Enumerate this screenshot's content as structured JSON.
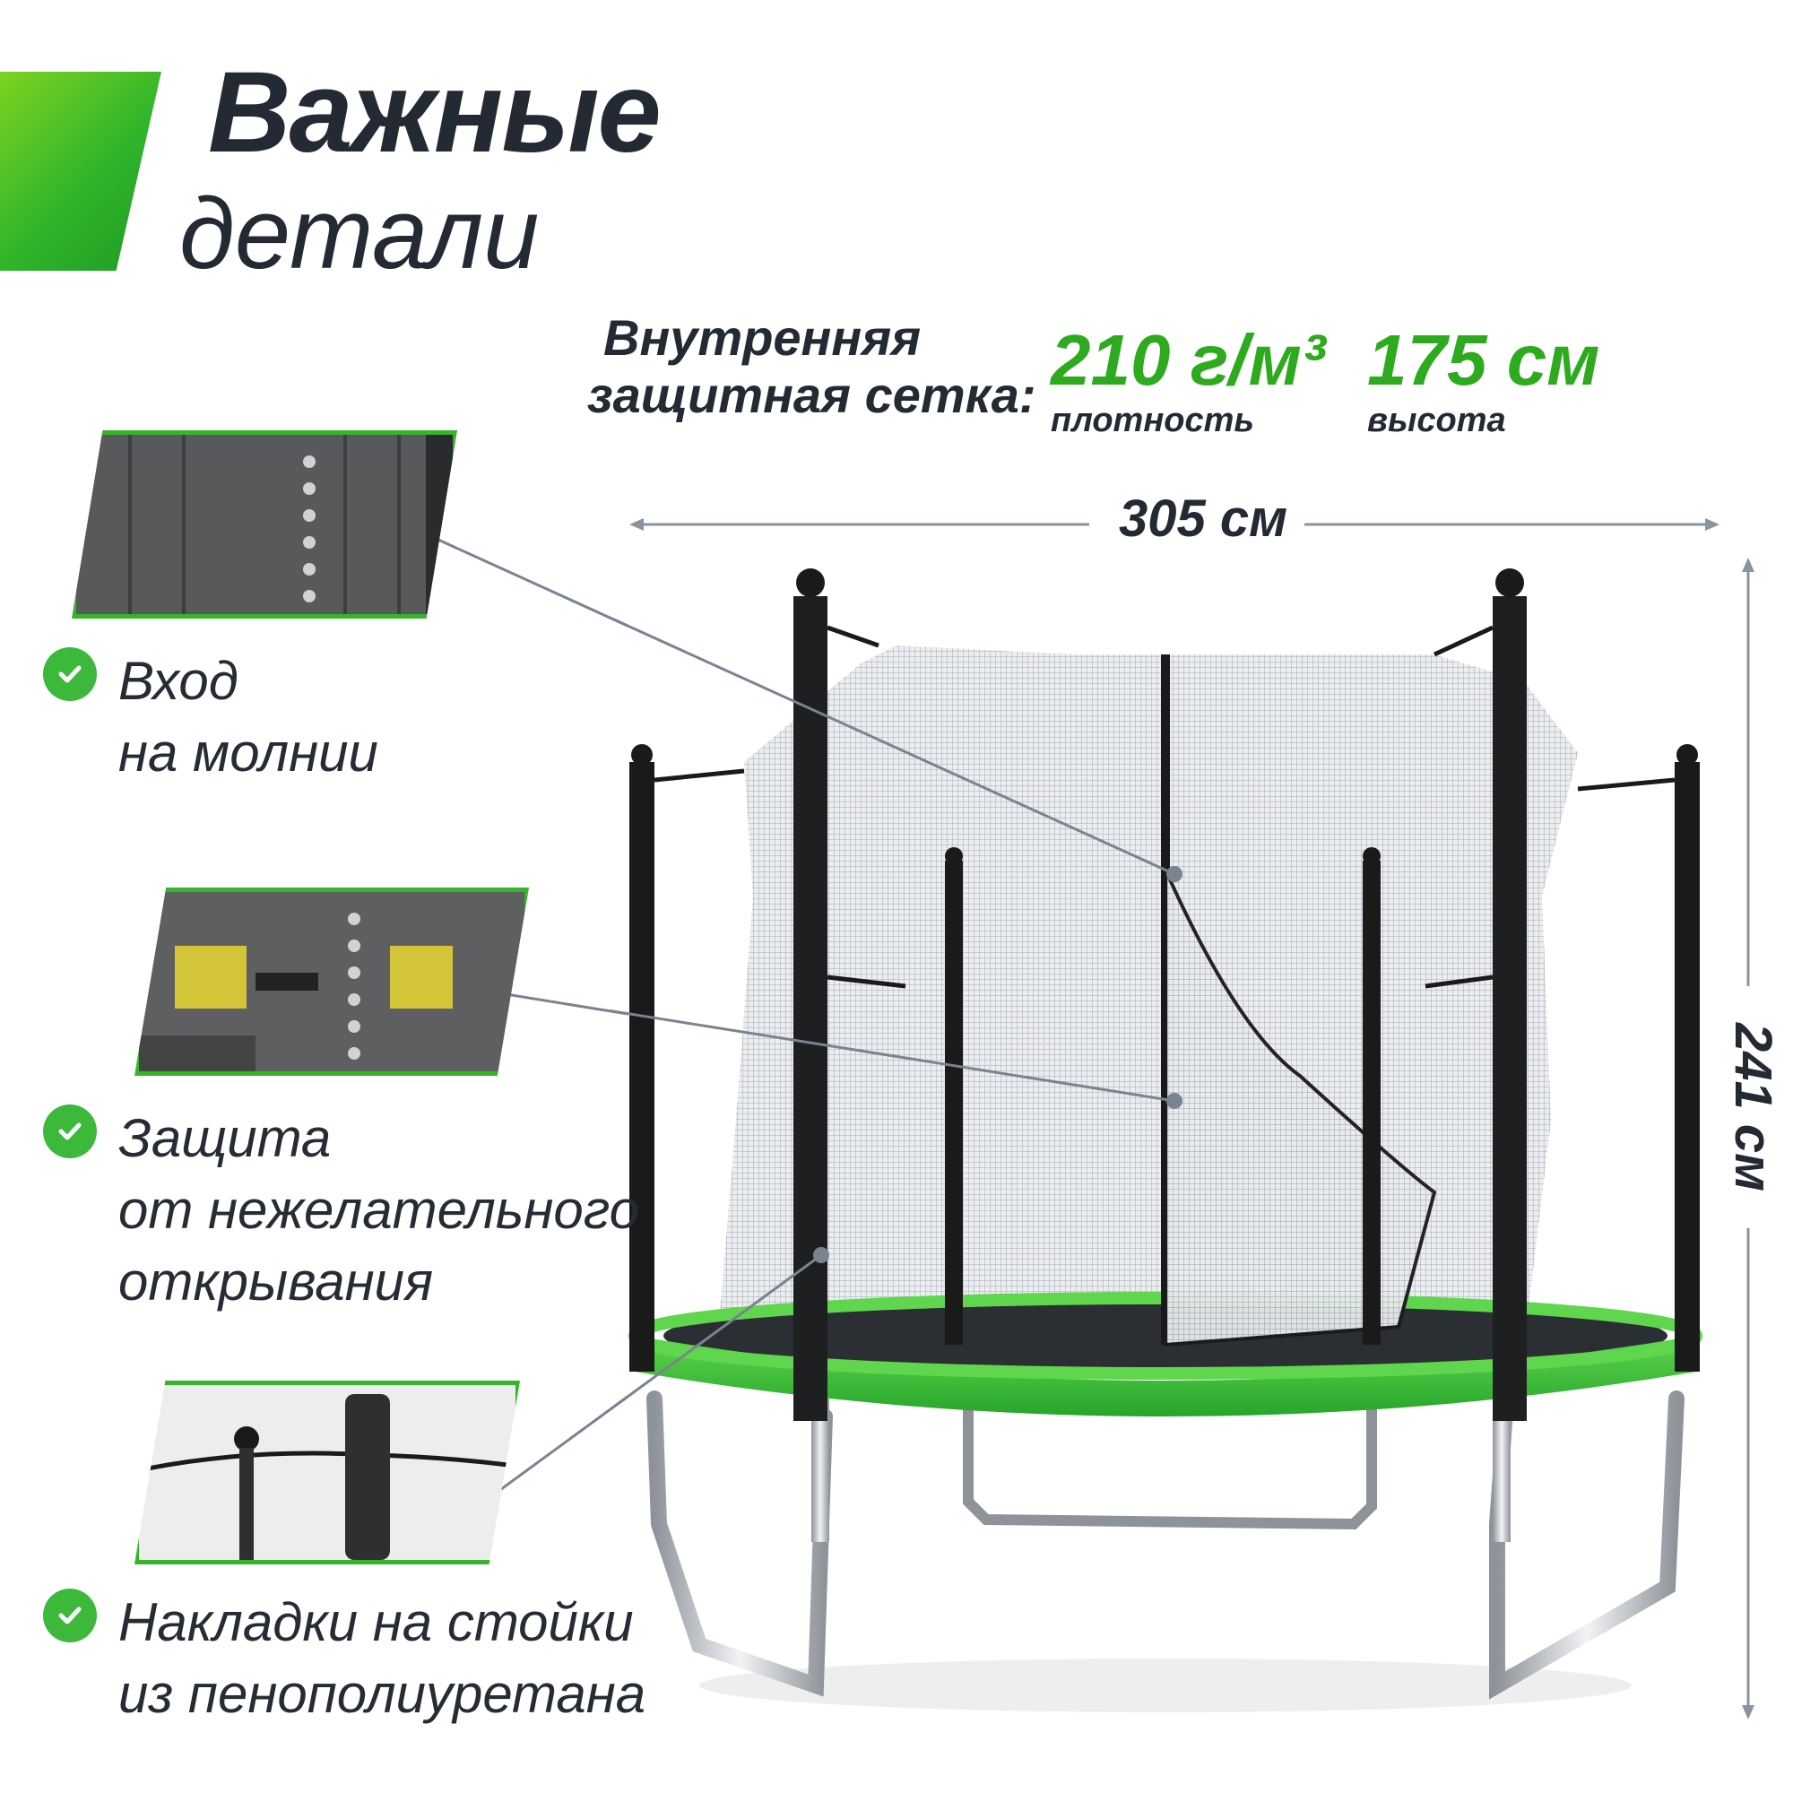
{
  "header": {
    "title_line1": "Важные",
    "title_line2": "детали"
  },
  "spec": {
    "label_line1": "Внутренняя",
    "label_line2": "защитная сетка:",
    "density_value": "210 г/м³",
    "density_label": "плотность",
    "height_value": "175 см",
    "height_label": "высота"
  },
  "dimensions": {
    "width": "305 см",
    "height": "241 см"
  },
  "features": [
    {
      "line1": "Вход",
      "line2": "на молнии",
      "icon": "check-icon"
    },
    {
      "line1": "Защита",
      "line2": "от нежелательного",
      "line3": "открывания",
      "icon": "check-icon"
    },
    {
      "line1": "Накладки на стойки",
      "line2": "из пенополиуретана",
      "icon": "check-icon"
    }
  ],
  "colors": {
    "accent_green": "#35b52a",
    "text_dark": "#232a33",
    "frame_green": "#3cc43a"
  }
}
